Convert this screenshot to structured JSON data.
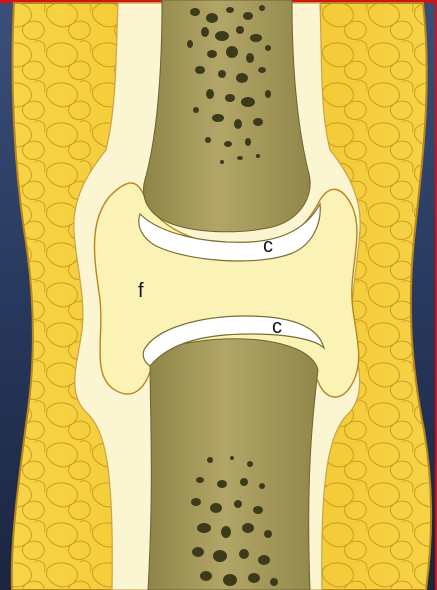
{
  "labels": {
    "fluid": "f",
    "cartilage_top": "c",
    "cartilage_bottom": "c"
  },
  "colors": {
    "background": "#27375b",
    "frame_border": "#d01414",
    "fat": "#f2c52a",
    "fat_outline": "#b8861b",
    "capsule": "#fbf5d2",
    "synovial_fluid": "#fbf2b6",
    "bone_shaft": "#a69b5d",
    "bone_pores": "#3b3b1b",
    "cartilage": "#ffffff"
  }
}
